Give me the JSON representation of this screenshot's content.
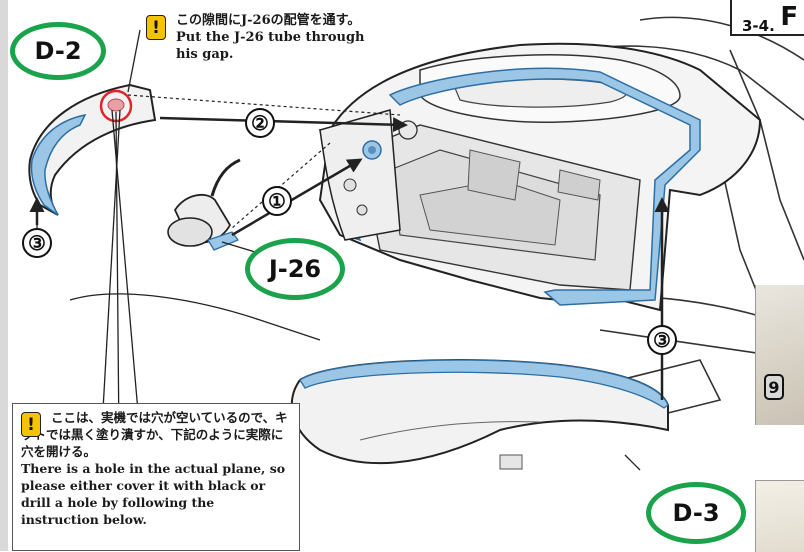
{
  "step_header": {
    "number": "3-4.",
    "title_fragment": "F"
  },
  "part_labels": {
    "d2": "D-2",
    "j26": "J-26",
    "d3": "D-3"
  },
  "warning_top": {
    "icon": "!",
    "jp": "この隙間にJ-26の配管を通す。",
    "en_line1": "Put the J-26 tube through",
    "en_line2": "his gap."
  },
  "warning_bottom": {
    "icon": "!",
    "jp": "ここは、実機では穴が空いているので、キットでは黒く塗り潰すか、下記のように実際に穴を開ける。",
    "en": "There is a hole in the actual plane, so please either cover it with black or drill a hole by following the instruction below."
  },
  "step_markers": {
    "one": "①",
    "two": "②",
    "three_left": "③",
    "three_right": "③"
  },
  "paint_badge": "9",
  "colors": {
    "label_ring": "#1aa34a",
    "part_highlight": "#7fb3d9",
    "warning_icon": "#f5c400",
    "focus_circle": "#e0242a"
  }
}
